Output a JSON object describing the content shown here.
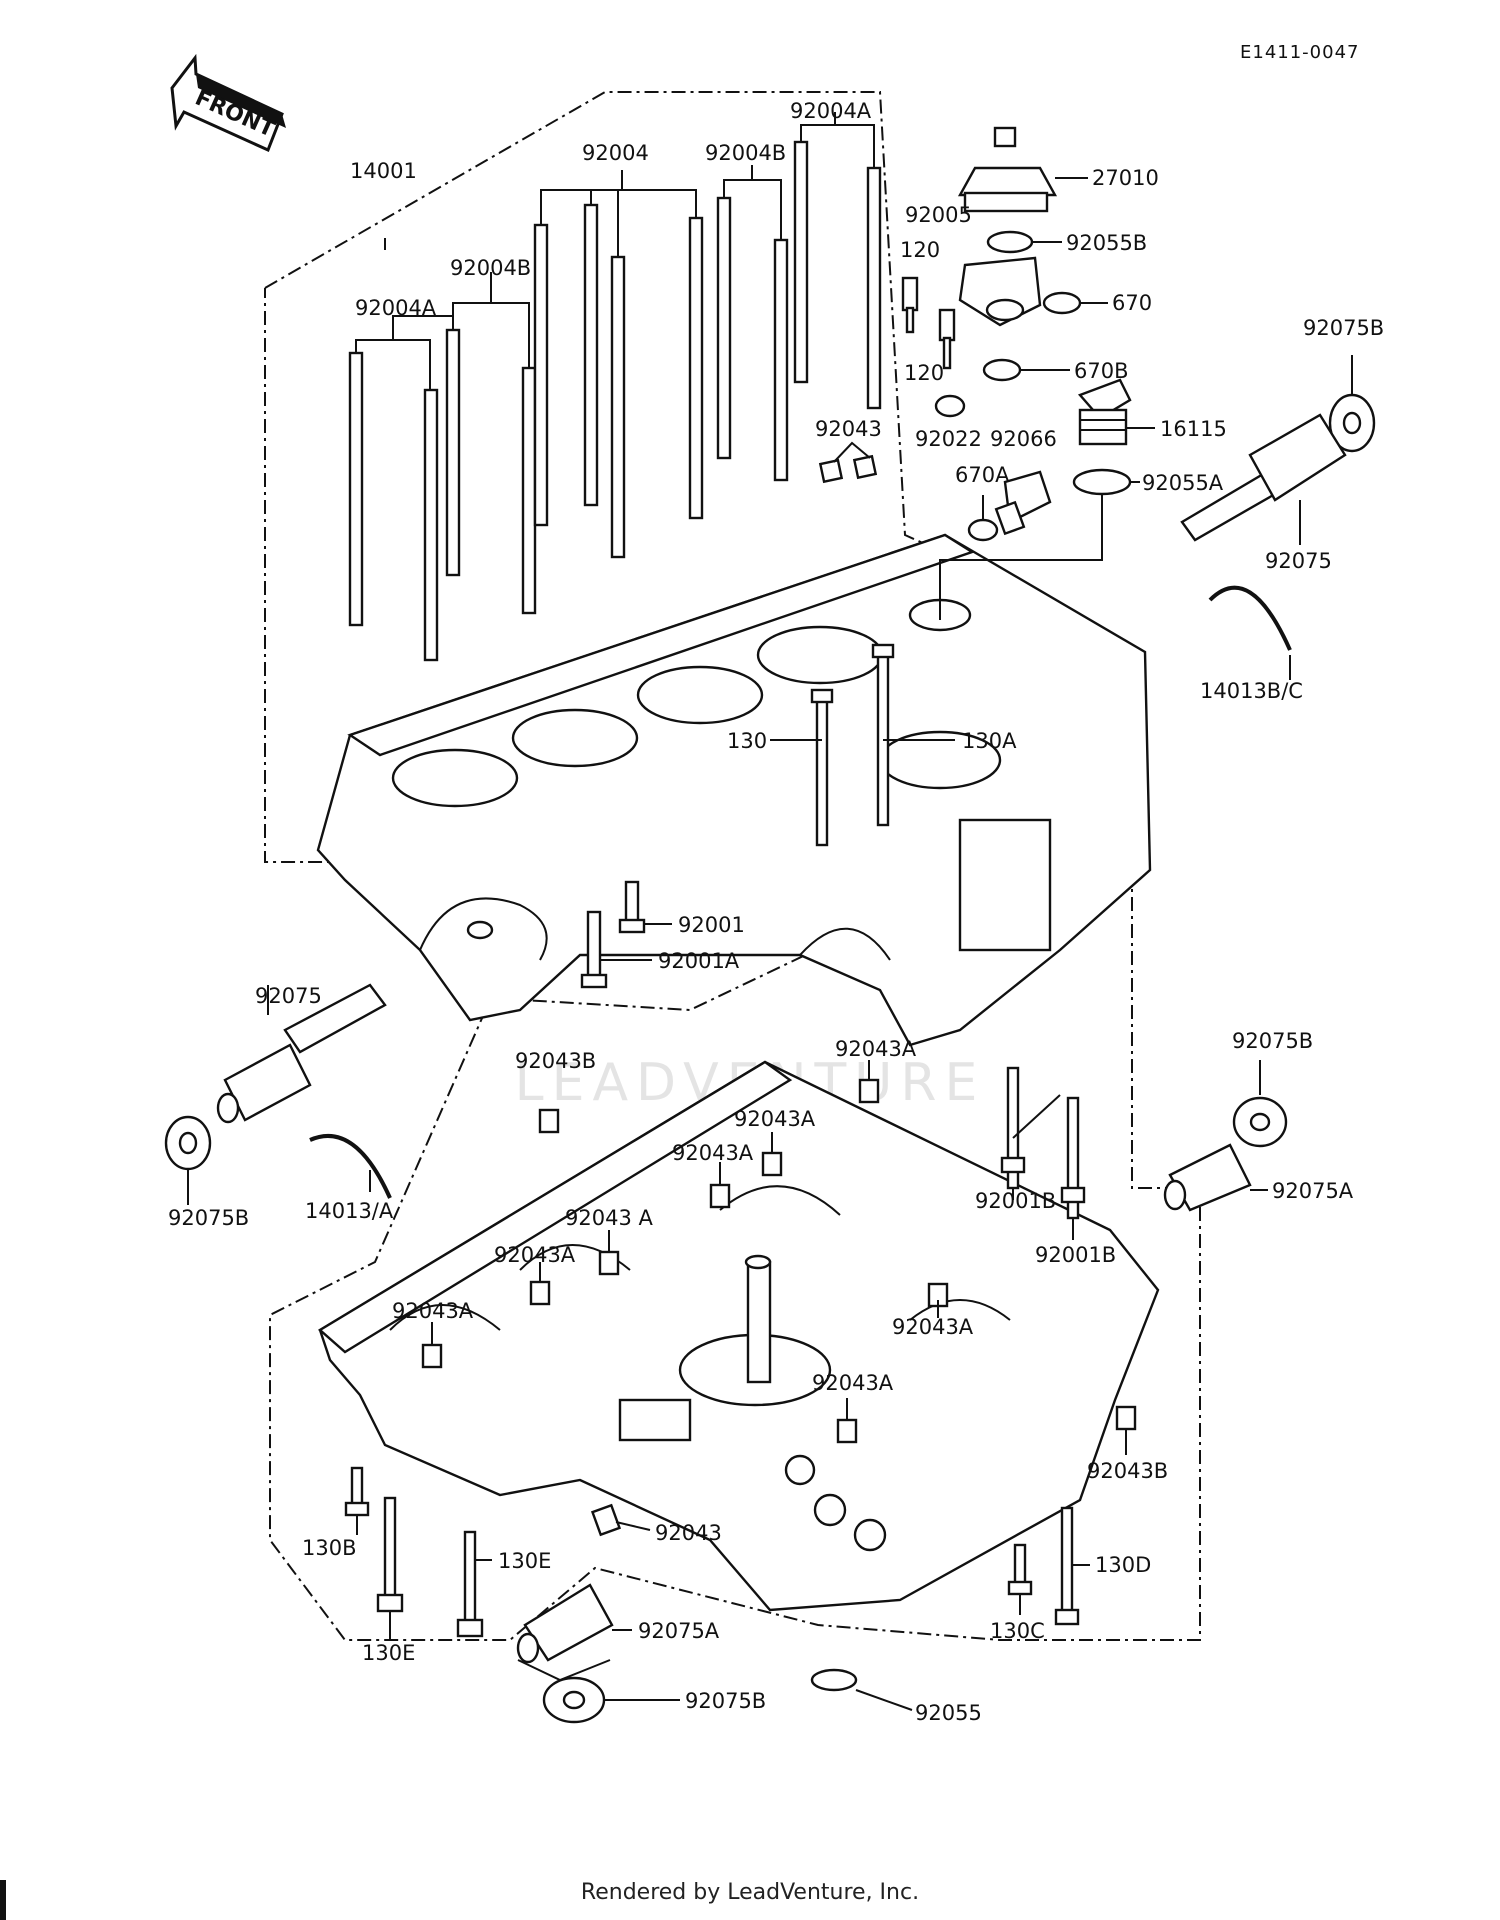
{
  "document_id": "E1411-0047",
  "front_marker": "FRONT",
  "footer": "Rendered by LeadVenture, Inc.",
  "watermark": "LEADVENTURE",
  "callouts": {
    "c14001": "14001",
    "c92004": "92004",
    "c92004b_top": "92004B",
    "c92004a_top": "92004A",
    "c92004b_left": "92004B",
    "c92004a_left": "92004A",
    "c27010": "27010",
    "c92005": "92005",
    "c92055b": "92055B",
    "c120_top": "120",
    "c670": "670",
    "c120_mid": "120",
    "c670b": "670B",
    "c92075b_right_top": "92075B",
    "c92043_top": "92043",
    "c92022": "92022",
    "c92066": "92066",
    "c16115": "16115",
    "c670a": "670A",
    "c92055a": "92055A",
    "c92075_right": "92075",
    "c14013bc": "14013B/C",
    "c130": "130",
    "c130a": "130A",
    "c92001": "92001",
    "c92001a": "92001A",
    "c92075_left": "92075",
    "c92043b_left": "92043B",
    "c92043a_1": "92043A",
    "c92075b_right_mid": "92075B",
    "c92043a_2": "92043A",
    "c92043a_3": "92043A",
    "c92001b_1": "92001B",
    "c92075a_right": "92075A",
    "c14013a": "14013/A",
    "c92075b_left": "92075B",
    "c92043a_4": "92043 A",
    "c92001b_2": "92001B",
    "c92043a_5": "92043A",
    "c92043a_6": "92043A",
    "c92043a_7": "92043A",
    "c92043a_8": "92043A",
    "c92043b_right": "92043B",
    "c92043_bottom": "92043",
    "c130b": "130B",
    "c130e_1": "130E",
    "c130e_2": "130E",
    "c130d": "130D",
    "c92075a_bottom": "92075A",
    "c130c": "130C",
    "c92075b_bottom": "92075B",
    "c92055": "92055"
  }
}
